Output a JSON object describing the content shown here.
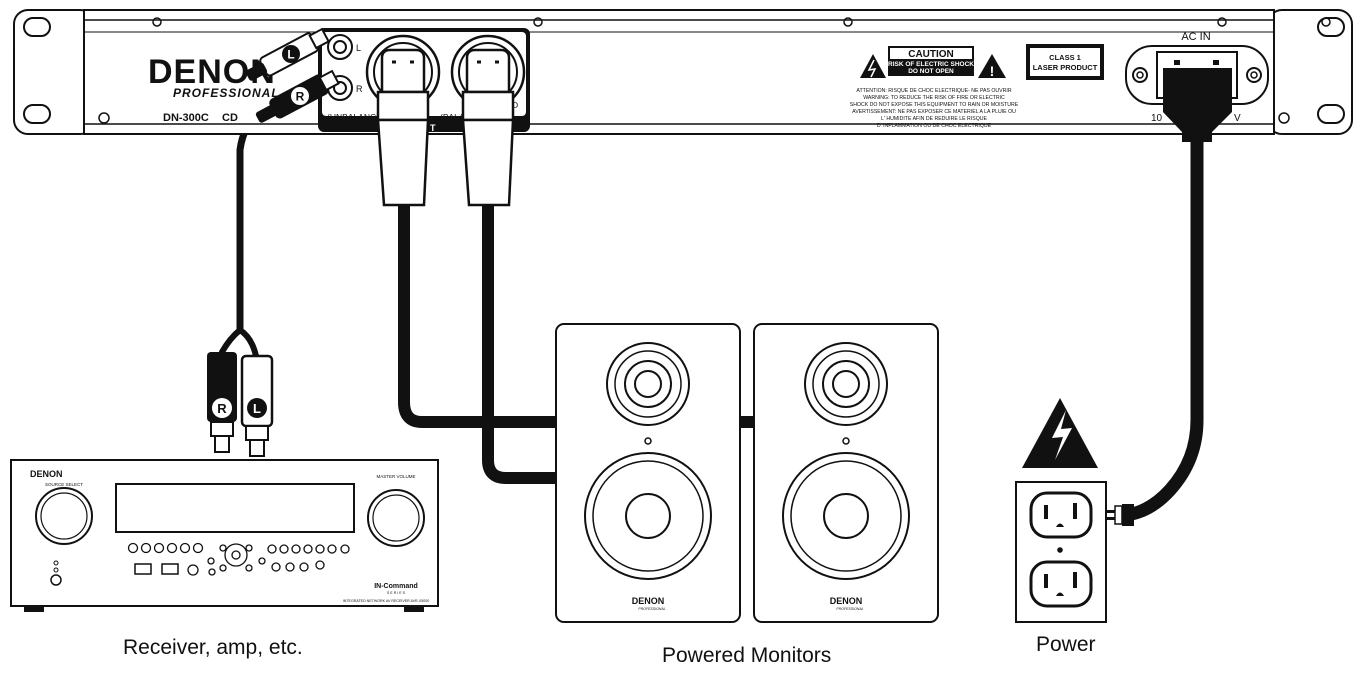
{
  "colors": {
    "line": "#111111",
    "panel": "#ffffff",
    "background": "#ffffff"
  },
  "cd_player": {
    "brand": "DENON",
    "brand_sub": "PROFESSIONAL",
    "model": "DN-300C",
    "model_suffix": "CD",
    "rca_left": "L",
    "rca_right": "R",
    "unbalanced_label": "(UNBALANCED)",
    "balanced_label": "(BALANC",
    "balanced_suffix": "D",
    "output_fragment": "T",
    "ac_in": "AC IN",
    "voltage_left": "10",
    "voltage_right": "V",
    "caution_title": "CAUTION",
    "caution_line1": "RISK OF ELECTRIC SHOCK",
    "caution_line2": "DO NOT OPEN",
    "laser_line1": "CLASS 1",
    "laser_line2": "LASER PRODUCT",
    "warning_lines": [
      "ATTENTION: RISQUE DE CHOC ELECTRIQUE- NE PAS OUVRIR",
      "WARNING: TO REDUCE THE RISK OF FIRE OR ELECTRIC",
      "SHOCK DO NOT EXPOSE THIS EQUIPMENT TO RAIN OR MOISTURE",
      "AVERTISSEMENT: NE PAS EXPOSER CE MATERIEL A LA PLUIE OU",
      "L' HUMIDITE AFIN DE REDUIRE LE RISQUE",
      "D' INFLAMMATION OU DE CHOC ELECTRIQUE"
    ]
  },
  "receiver": {
    "brand": "DENON",
    "source_select": "SOURCE SELECT",
    "master_volume": "MASTER VOLUME",
    "in_command": "IN-Command",
    "series": "S E R I E S",
    "model_line": "INTEGRATED NETWORK AV RECEIVER AVR-X5000"
  },
  "monitors": {
    "brand": "DENON",
    "brand_sub": "PROFESSIONAL"
  },
  "plugs": {
    "right_letter": "R",
    "left_letter": "L"
  },
  "captions": {
    "receiver": "Receiver, amp, etc.",
    "monitors": "Powered Monitors",
    "power": "Power"
  }
}
